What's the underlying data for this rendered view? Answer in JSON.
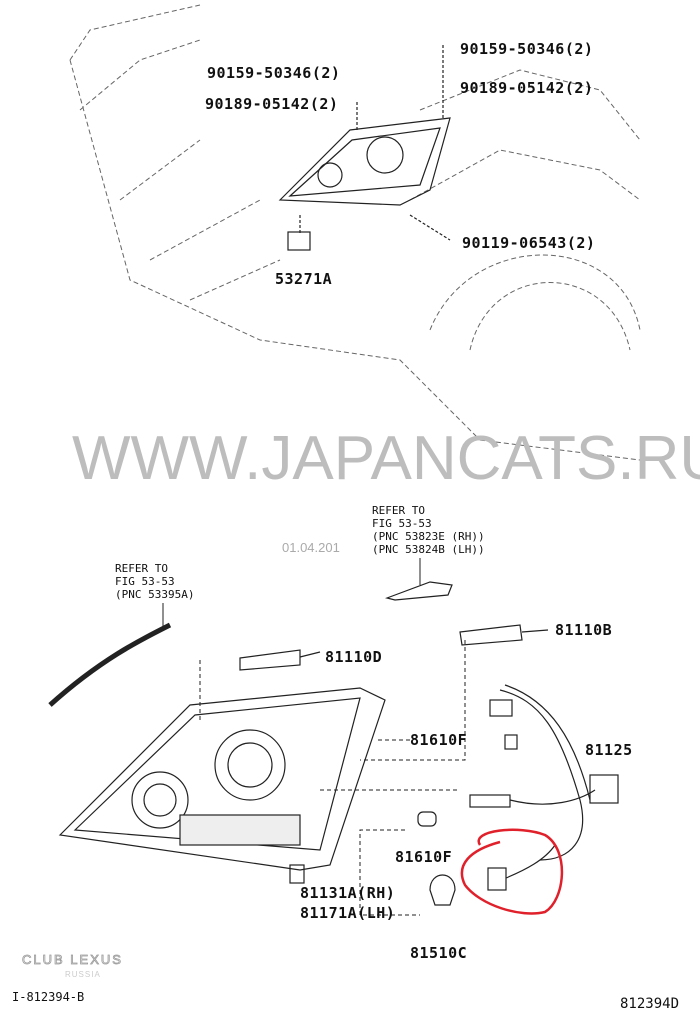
{
  "watermark": "WWW.JAPANCATS.RU",
  "date_stamp": "01.04.201",
  "club_logo": {
    "line1": "CLUB LEXUS",
    "line2": "RUSSIA"
  },
  "top_labels": {
    "bolt_left": "90159-50346(2)",
    "nut_left": "90189-05142(2)",
    "bolt_right": "90159-50346(2)",
    "nut_right": "90189-05142(2)",
    "bolt_lower": "90119-06543(2)",
    "actuator": "53271A"
  },
  "refer_right": {
    "line1": "REFER TO",
    "line2": "FIG 53-53",
    "line3": "(PNC 53823E (RH))",
    "line4": "(PNC 53824B (LH))"
  },
  "refer_left": {
    "line1": "REFER TO",
    "line2": "FIG 53-53",
    "line3": "(PNC 53395A)"
  },
  "parts": {
    "bulb_low": "81110D",
    "bulb_high": "81110B",
    "bulb_f1": "81610F",
    "harness": "81125",
    "bulb_f2": "81610F",
    "lamp_rh": "81131A(RH)",
    "lamp_lh": "81171A(LH)",
    "bulb_c": "81510C"
  },
  "footer": {
    "left_code": "I-812394-B",
    "right_code": "812394D"
  },
  "highlight_color": "#e0202a"
}
